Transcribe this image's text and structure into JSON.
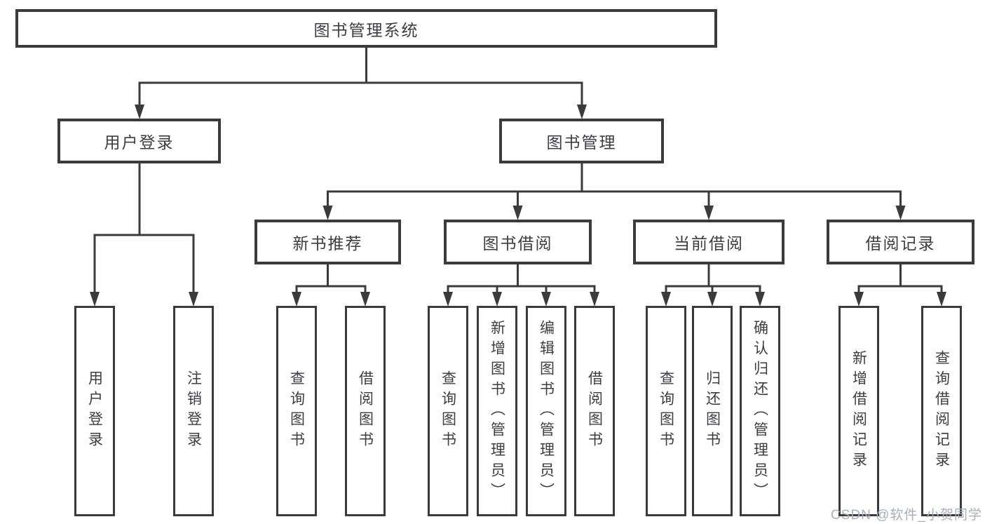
{
  "diagram": {
    "root": {
      "label": "图书管理系统"
    },
    "branches": [
      {
        "label": "用户登录",
        "children": [
          {
            "label": "用户登录"
          },
          {
            "label": "注销登录"
          }
        ]
      },
      {
        "label": "图书管理",
        "children": [
          {
            "label": "新书推荐",
            "children": [
              {
                "label": "查询图书"
              },
              {
                "label": "借阅图书"
              }
            ]
          },
          {
            "label": "图书借阅",
            "children": [
              {
                "label": "查询图书"
              },
              {
                "label": "新增图书（管理员）"
              },
              {
                "label": "编辑图书（管理员）"
              },
              {
                "label": "借阅图书"
              }
            ]
          },
          {
            "label": "当前借阅",
            "children": [
              {
                "label": "查询图书"
              },
              {
                "label": "归还图书"
              },
              {
                "label": "确认归还（管理员）"
              }
            ]
          },
          {
            "label": "借阅记录",
            "children": [
              {
                "label": "新增借阅记录"
              },
              {
                "label": "查询借阅记录"
              }
            ]
          }
        ]
      }
    ]
  },
  "watermark": {
    "text": "CSDN @软件_小贺同学"
  },
  "colors": {
    "line": "#3b3b3b",
    "box_border": "#3b3b3b",
    "text": "#3d3d42",
    "watermark": "#a9aebc",
    "background": "#ffffff"
  }
}
